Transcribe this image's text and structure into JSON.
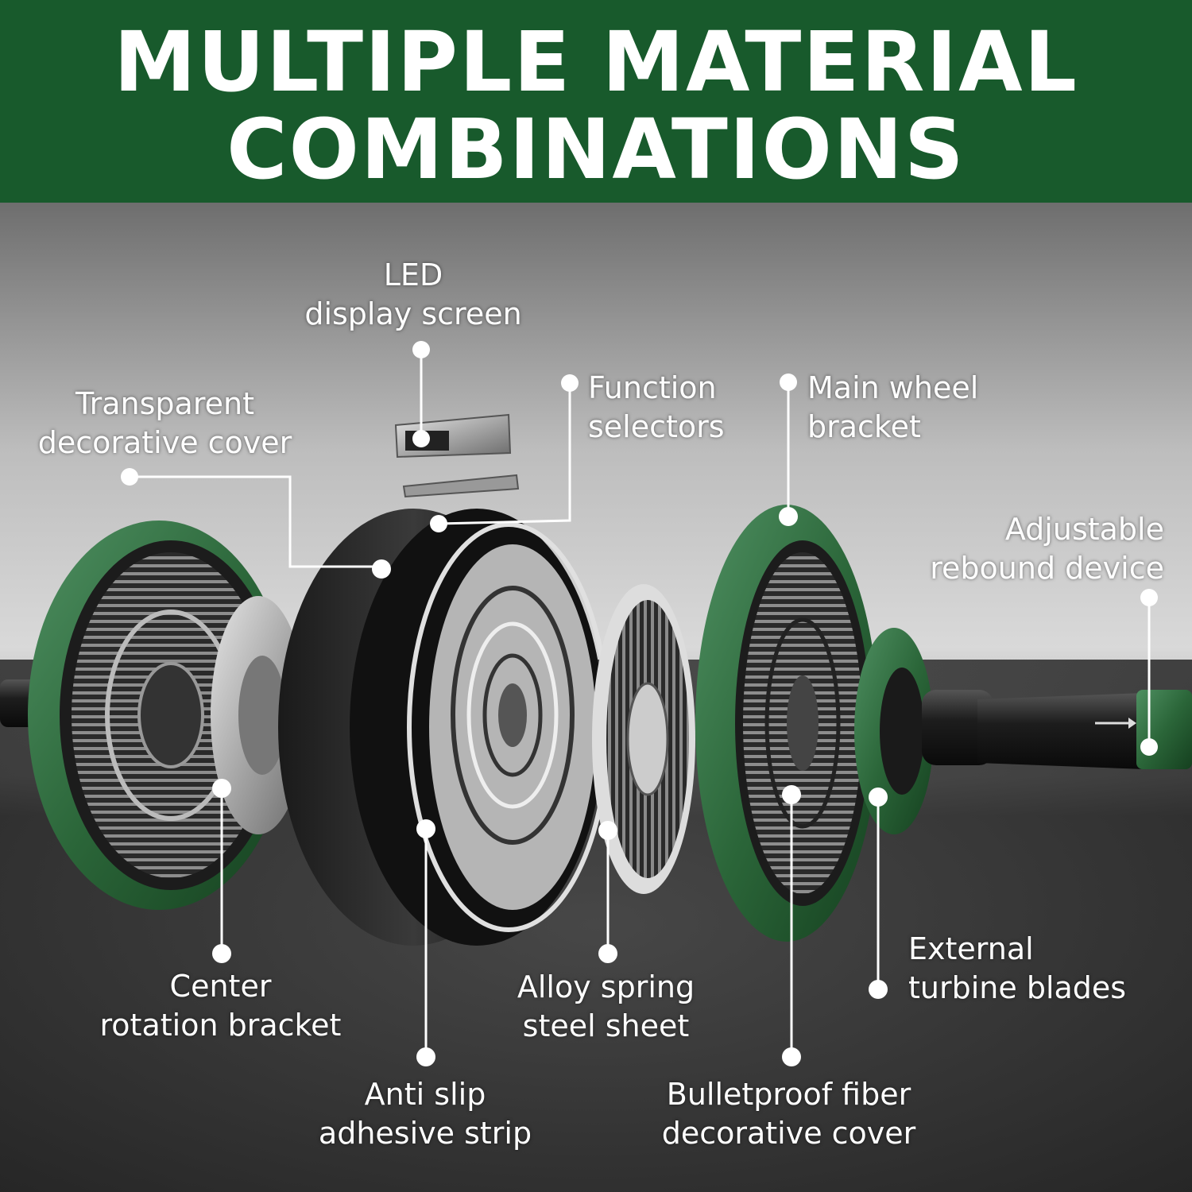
{
  "header": {
    "title_line1": "MULTIPLE MATERIAL",
    "title_line2": "COMBINATIONS"
  },
  "colors": {
    "banner": "#185a2c",
    "wheel_green": "#2e6b3a",
    "callout": "#ffffff"
  },
  "callouts": {
    "led": [
      "LED",
      "display screen"
    ],
    "transparent": [
      "Transparent",
      "decorative cover"
    ],
    "function": [
      "Function",
      "selectors"
    ],
    "main_wheel": [
      "Main wheel",
      "bracket"
    ],
    "adjustable": [
      "Adjustable",
      "rebound device"
    ],
    "center": [
      "Center",
      "rotation bracket"
    ],
    "alloy": [
      "Alloy spring",
      "steel sheet"
    ],
    "anti_slip": [
      "Anti slip",
      "adhesive strip"
    ],
    "bulletproof": [
      "Bulletproof fiber",
      "decorative cover"
    ],
    "external": [
      "External",
      "turbine blades"
    ]
  }
}
